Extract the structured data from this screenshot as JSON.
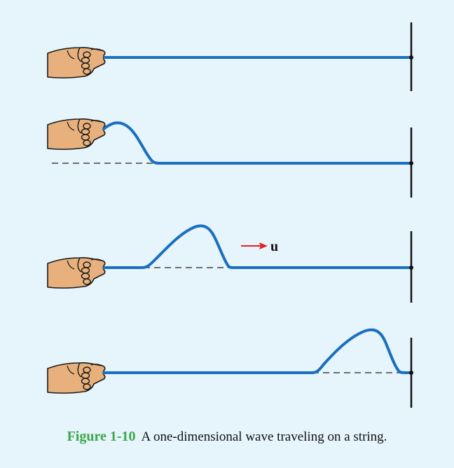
{
  "figure": {
    "caption_label": "Figure 1-10",
    "caption_text": "A one-dimensional wave traveling on a string.",
    "velocity_label": "u",
    "colors": {
      "background": "#e6f4fb",
      "string": "#1a6fc0",
      "skin": "#e7b07c",
      "skin_outline": "#1a1a1a",
      "baseline": "#6e6e6e",
      "arrow": "#e8202a",
      "caption_label": "#3aa84a"
    }
  }
}
